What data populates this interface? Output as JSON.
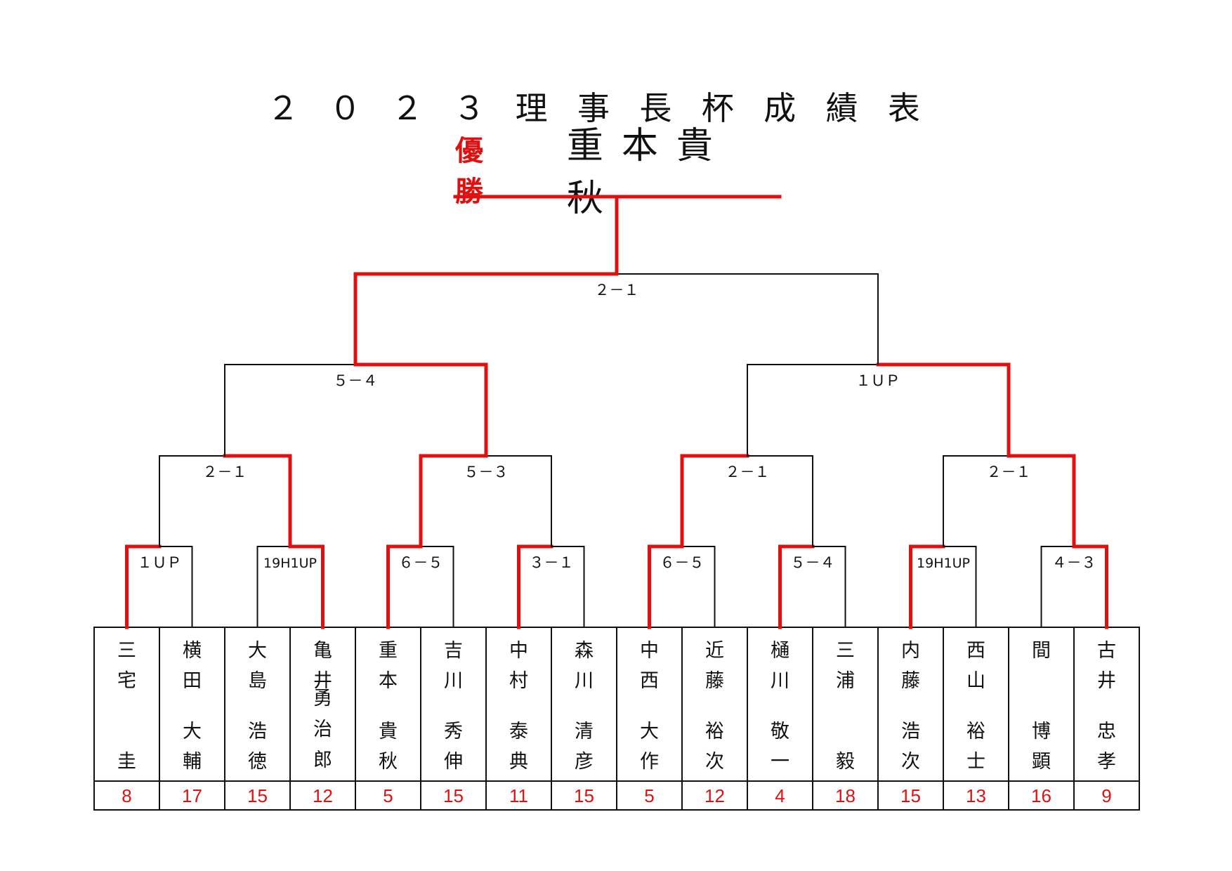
{
  "title": [
    "２",
    "０",
    "２",
    "３",
    "理",
    "事",
    "長",
    "杯",
    "成",
    "績",
    "表"
  ],
  "champion": {
    "label": "優 勝",
    "name": "重本貴秋"
  },
  "players": [
    {
      "family": "三宅",
      "given": "圭",
      "score": "8"
    },
    {
      "family": "横田",
      "given": "大輔",
      "score": "17"
    },
    {
      "family": "大島",
      "given": "浩徳",
      "score": "15"
    },
    {
      "family": "亀井",
      "given": "勇治郎",
      "score": "12"
    },
    {
      "family": "重本",
      "given": "貴秋",
      "score": "5"
    },
    {
      "family": "吉川",
      "given": "秀伸",
      "score": "15"
    },
    {
      "family": "中村",
      "given": "泰典",
      "score": "11"
    },
    {
      "family": "森川",
      "given": "清彦",
      "score": "15"
    },
    {
      "family": "中西",
      "given": "大作",
      "score": "5"
    },
    {
      "family": "近藤",
      "given": "裕次",
      "score": "12"
    },
    {
      "family": "樋川",
      "given": "敬一",
      "score": "4"
    },
    {
      "family": "三浦",
      "given": "毅",
      "score": "18"
    },
    {
      "family": "内藤",
      "given": "浩次",
      "score": "15"
    },
    {
      "family": "西山",
      "given": "裕士",
      "score": "13"
    },
    {
      "family": "間",
      "given": "博顕",
      "score": "16"
    },
    {
      "family": "古井",
      "given": "忠孝",
      "score": "9"
    }
  ],
  "rounds": [
    {
      "matches": [
        {
          "result": "１ＵＰ",
          "winner": 0
        },
        {
          "result": "19H1UP",
          "winner": 1
        },
        {
          "result": "６－５",
          "winner": 0
        },
        {
          "result": "３－１",
          "winner": 0
        },
        {
          "result": "６－５",
          "winner": 0
        },
        {
          "result": "５－４",
          "winner": 0
        },
        {
          "result": "19H1UP",
          "winner": 0
        },
        {
          "result": "４－３",
          "winner": 1
        }
      ]
    },
    {
      "matches": [
        {
          "result": "２－１",
          "winner": 1
        },
        {
          "result": "５－３",
          "winner": 0
        },
        {
          "result": "２－１",
          "winner": 0
        },
        {
          "result": "２－１",
          "winner": 1
        }
      ]
    },
    {
      "matches": [
        {
          "result": "５－４",
          "winner": 1
        },
        {
          "result": "１ＵＰ",
          "winner": 1
        }
      ]
    },
    {
      "matches": [
        {
          "result": "２－１",
          "winner": 0
        }
      ]
    }
  ],
  "colors": {
    "winner_line": "#e01010",
    "loser_line": "#111111",
    "score_text": "#e01010"
  }
}
